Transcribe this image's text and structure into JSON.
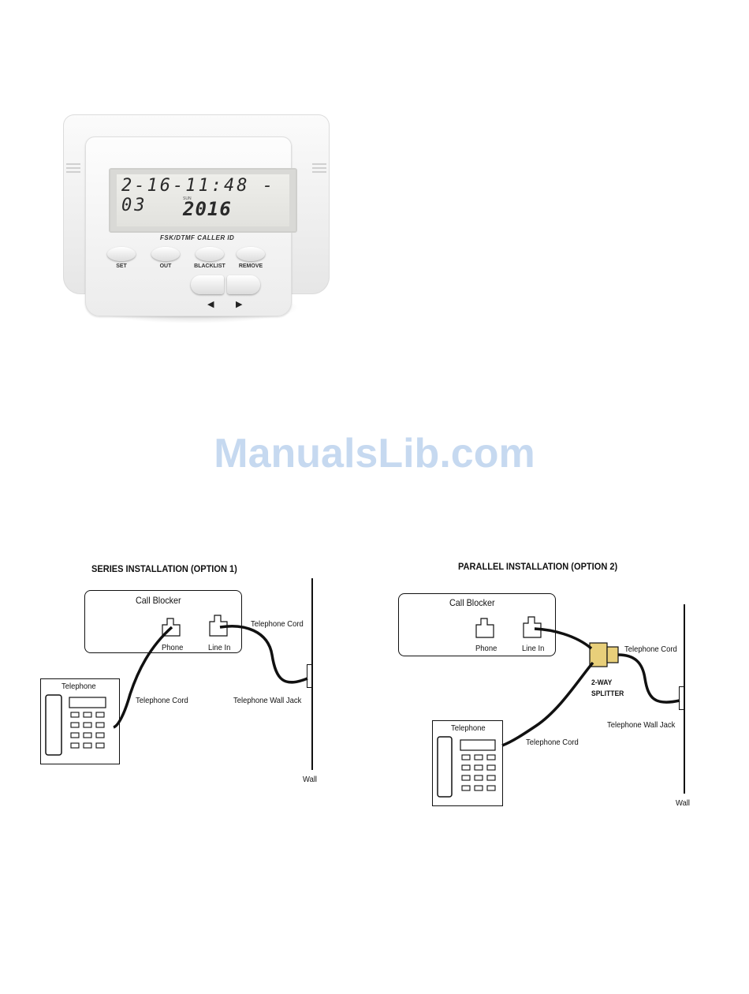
{
  "device": {
    "lcd_line1": "2-16-11:48 - 03",
    "lcd_small": "SUN",
    "lcd_line2": "2016",
    "brand_label": "FSK/DTMF CALLER ID",
    "buttons": [
      {
        "label": "SET"
      },
      {
        "label": "OUT"
      },
      {
        "label": "BLACKLIST"
      },
      {
        "label": "REMOVE"
      }
    ],
    "arrow_left": "◀",
    "arrow_right": "▶"
  },
  "watermark": "ManualsLib.com",
  "series": {
    "title": "SERIES INSTALLATION (OPTION 1)",
    "box_title": "Call Blocker",
    "phone_jack": "Phone",
    "line_in_jack": "Line In",
    "telephone": "Telephone",
    "cord_top": "Telephone Cord",
    "cord_bottom": "Telephone Cord",
    "wall_jack": "Telephone Wall Jack",
    "wall": "Wall"
  },
  "parallel": {
    "title": "PARALLEL INSTALLATION (OPTION 2)",
    "box_title": "Call Blocker",
    "phone_jack": "Phone",
    "line_in_jack": "Line In",
    "splitter_line1": "2-WAY",
    "splitter_line2": "SPLITTER",
    "telephone": "Telephone",
    "cord_top": "Telephone Cord",
    "cord_bottom": "Telephone Cord",
    "wall_jack": "Telephone Wall Jack",
    "wall": "Wall"
  },
  "colors": {
    "watermark": "#c6d9f0",
    "splitter": "#e8cf7a",
    "line": "#111111"
  }
}
